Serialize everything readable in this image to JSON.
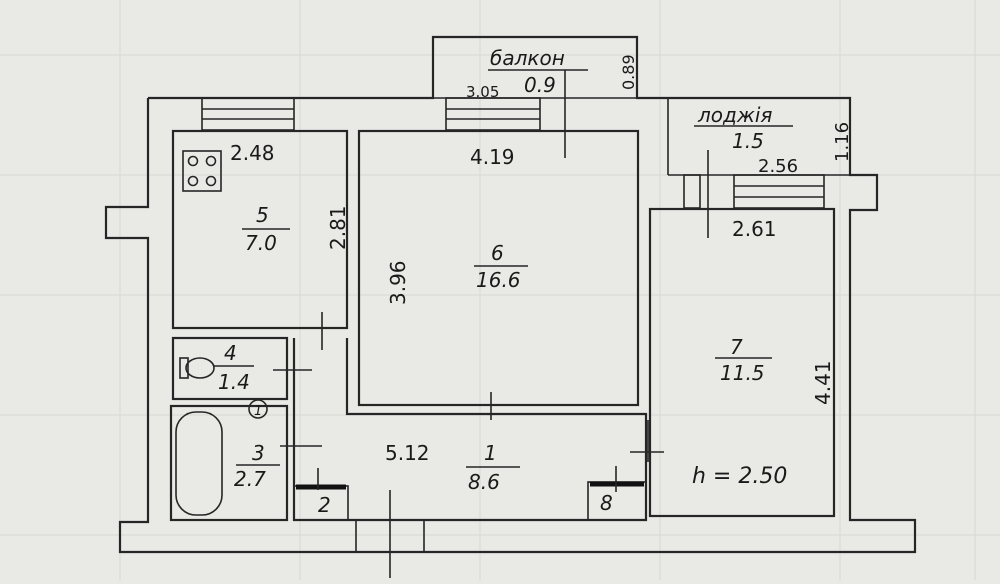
{
  "rooms": [
    {
      "number": "5",
      "area": "7.0"
    },
    {
      "number": "6",
      "area": "16.6"
    },
    {
      "number": "7",
      "area": "11.5"
    },
    {
      "number": "4",
      "area": "1.4"
    },
    {
      "number": "3",
      "area": "2.7"
    },
    {
      "number": "1",
      "area": "8.6"
    }
  ],
  "balcony": {
    "label": "балкон",
    "area": "0.9",
    "width": "3.05",
    "depth": "0.89"
  },
  "loggia": {
    "label": "лоджія",
    "area": "1.5",
    "width": "2.56",
    "depth": "1.16"
  },
  "dimensions": {
    "kitchen_width": "2.48",
    "kitchen_depth": "2.81",
    "living_width": "4.19",
    "living_depth": "3.96",
    "bedroom_width": "2.61",
    "bedroom_depth": "4.41",
    "hall_length": "5.12"
  },
  "ceiling_height": "h = 2.50",
  "closets": [
    "2",
    "8"
  ],
  "bath_marker": "1",
  "colors": {
    "paper": "#e9e9e6",
    "ink": "#262626",
    "grid": "#d8d8d4"
  }
}
